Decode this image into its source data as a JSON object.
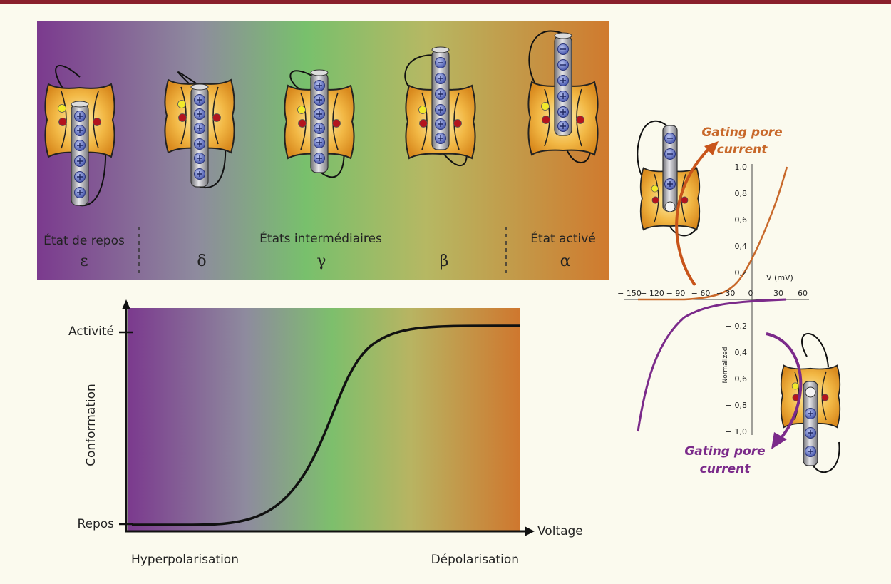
{
  "states_panel": {
    "states": [
      {
        "greek": "ε"
      },
      {
        "greek": "δ"
      },
      {
        "greek": "γ"
      },
      {
        "greek": "β"
      },
      {
        "greek": "α"
      }
    ],
    "labels": {
      "rest": "État de repos",
      "intermediate": "États intermédiaires",
      "active": "État activé"
    },
    "gradient_colors": [
      "#7a3a8c",
      "#8f8a9c",
      "#7dbf6a",
      "#b8b760",
      "#cf7a30"
    ]
  },
  "conformation_plot": {
    "ylabel": "Conformation",
    "xlabel": "Voltage",
    "y_top_label": "Activité",
    "y_bottom_label": "Repos",
    "x_left_label": "Hyperpolarisation",
    "x_right_label": "Dépolarisation",
    "curve": "sigmoid"
  },
  "current_plot": {
    "xlabel": "V (mV)",
    "ylabel": "Normalized",
    "x_ticks": [
      "− 150",
      "− 120",
      "− 90",
      "− 60",
      "− 30",
      "0",
      "30",
      "60"
    ],
    "y_ticks_pos": [
      "1,0",
      "0,8",
      "0,6",
      "0,4",
      "0,2"
    ],
    "y_ticks_neg": [
      "− 0,2",
      "0,4",
      "0,6",
      "− 0,8",
      "− 1,0"
    ],
    "top_annotation": "Gating pore current",
    "bottom_annotation": "Gating pore current",
    "top_color": "#c8682a",
    "bottom_color": "#7b2a8a"
  }
}
